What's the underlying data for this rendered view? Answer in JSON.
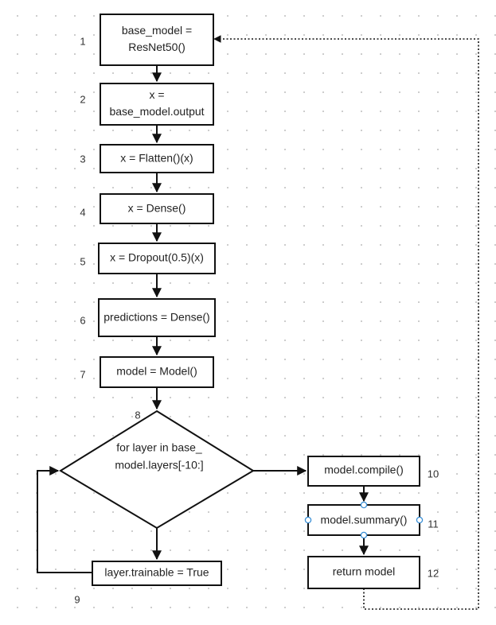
{
  "nodes": {
    "n1": {
      "lines": [
        "base_model =",
        "ResNet50()"
      ],
      "step": "1"
    },
    "n2": {
      "lines": [
        "x =",
        "base_model.output"
      ],
      "step": "2"
    },
    "n3": {
      "lines": [
        "x = Flatten()(x)"
      ],
      "step": "3"
    },
    "n4": {
      "lines": [
        "x = Dense()"
      ],
      "step": "4"
    },
    "n5": {
      "lines": [
        "x = Dropout(0.5)(x)"
      ],
      "step": "5"
    },
    "n6": {
      "lines": [
        "predictions = Dense()"
      ],
      "step": "6"
    },
    "n7": {
      "lines": [
        "model = Model()"
      ],
      "step": "7"
    },
    "n8": {
      "lines": [
        "for layer in base_",
        "model.layers[-10:]"
      ],
      "step": "8"
    },
    "n9": {
      "lines": [
        "layer.trainable = True"
      ],
      "step": "9"
    },
    "n10": {
      "lines": [
        "model.compile()"
      ],
      "step": "10"
    },
    "n11": {
      "lines": [
        "model.summary()"
      ],
      "step": "11"
    },
    "n12": {
      "lines": [
        "return model"
      ],
      "step": "12"
    }
  },
  "colors": {
    "stroke": "#111111",
    "handle": "#3a8fd6",
    "text": "#222222"
  }
}
